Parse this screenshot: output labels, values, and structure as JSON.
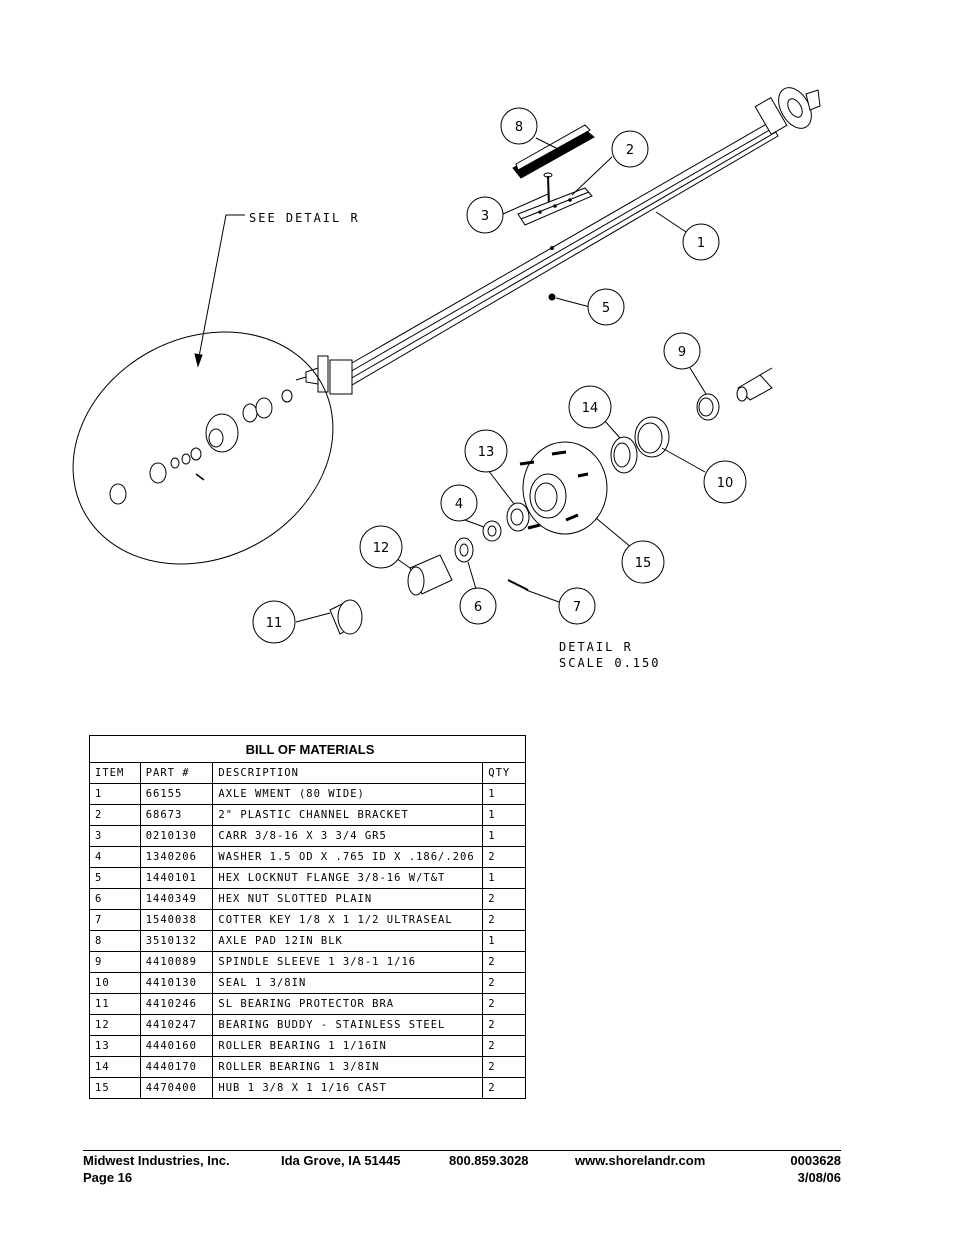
{
  "drawing": {
    "see_detail": "SEE DETAIL  R",
    "detail_title": "DETAIL  R",
    "detail_scale": "SCALE  0.150",
    "bubbles": [
      "8",
      "2",
      "3",
      "1",
      "5",
      "9",
      "14",
      "10",
      "13",
      "4",
      "15",
      "12",
      "6",
      "7",
      "11"
    ]
  },
  "bom": {
    "title": "BILL OF MATERIALS",
    "headers": [
      "ITEM",
      "PART #",
      "DESCRIPTION",
      "QTY"
    ],
    "rows": [
      [
        "1",
        "66155",
        "AXLE WMENT (80 WIDE)",
        "1"
      ],
      [
        "2",
        "68673",
        "2\" PLASTIC CHANNEL BRACKET",
        "1"
      ],
      [
        "3",
        "0210130",
        "CARR 3/8-16 X 3 3/4 GR5",
        "1"
      ],
      [
        "4",
        "1340206",
        "WASHER 1.5 OD X .765 ID X .186/.206",
        "2"
      ],
      [
        "5",
        "1440101",
        "HEX LOCKNUT FLANGE 3/8-16 W/T&T",
        "1"
      ],
      [
        "6",
        "1440349",
        "HEX NUT SLOTTED PLAIN",
        "2"
      ],
      [
        "7",
        "1540038",
        "COTTER KEY 1/8 X 1 1/2 ULTRASEAL",
        "2"
      ],
      [
        "8",
        "3510132",
        "AXLE PAD 12IN  BLK",
        "1"
      ],
      [
        "9",
        "4410089",
        "SPINDLE SLEEVE  1 3/8-1 1/16",
        "2"
      ],
      [
        "10",
        "4410130",
        "SEAL  1 3/8IN",
        "2"
      ],
      [
        "11",
        "4410246",
        "SL BEARING PROTECTOR BRA",
        "2"
      ],
      [
        "12",
        "4410247",
        "BEARING BUDDY - STAINLESS STEEL",
        "2"
      ],
      [
        "13",
        "4440160",
        "ROLLER BEARING   1 1/16IN",
        "2"
      ],
      [
        "14",
        "4440170",
        "ROLLER BEARING   1 3/8IN",
        "2"
      ],
      [
        "15",
        "4470400",
        "HUB  1 3/8 X 1 1/16 CAST",
        "2"
      ]
    ]
  },
  "footer": {
    "company": "Midwest Industries, Inc.",
    "page": "Page 16",
    "city": "Ida Grove, IA  51445",
    "phone": "800.859.3028",
    "website": "www.shorelandr.com",
    "doc_number": "0003628",
    "date": "3/08/06"
  }
}
